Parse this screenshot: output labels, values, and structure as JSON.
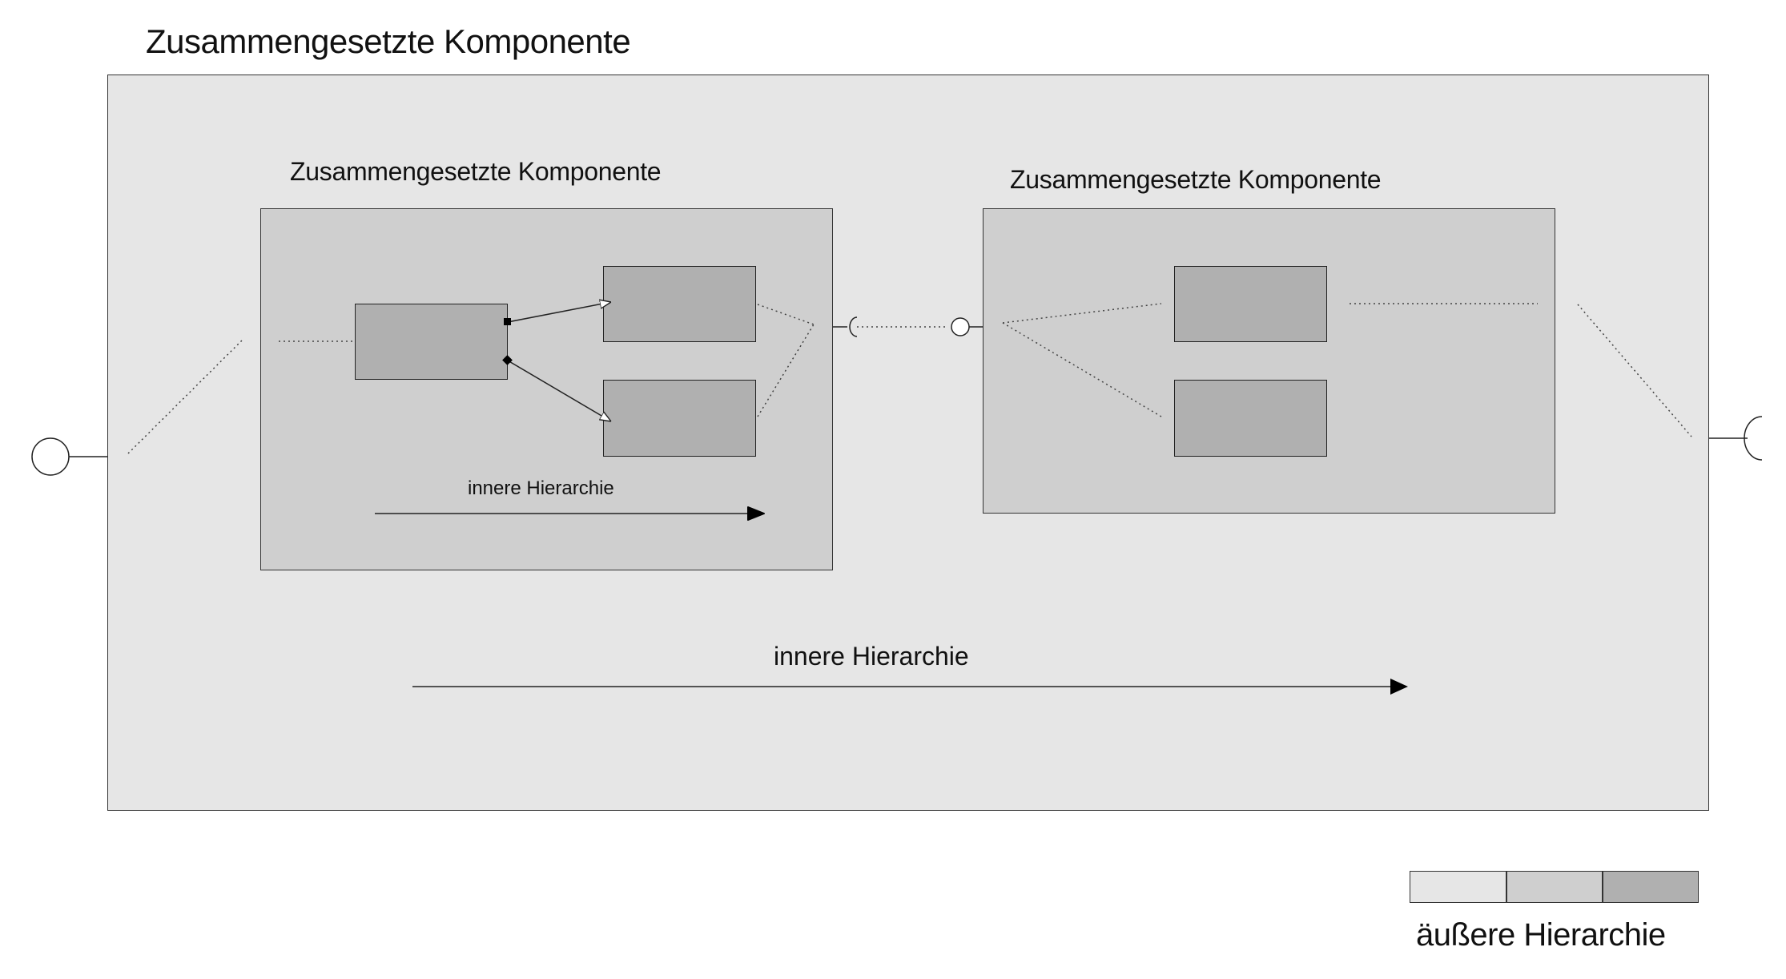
{
  "title": "Zusammengesetzte Komponente",
  "components": [
    {
      "title": "Zusammengesetzte Komponente",
      "hierarchy_label": "innere Hierarchie"
    },
    {
      "title": "Zusammengesetzte Komponente"
    }
  ],
  "outer_hierarchy_label": "innere Hierarchie",
  "legend": {
    "label": "äußere Hierarchie",
    "colors": [
      "#e6e6e6",
      "#cfcfcf",
      "#b0b0b0"
    ]
  }
}
